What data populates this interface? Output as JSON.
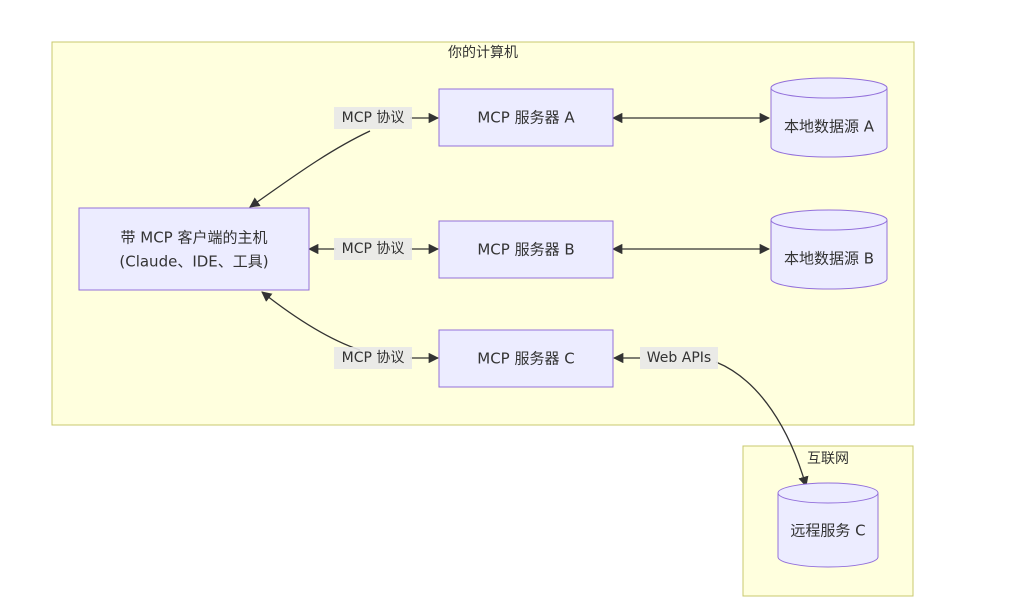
{
  "clusters": {
    "computer": {
      "label": "你的计算机"
    },
    "internet": {
      "label": "互联网"
    }
  },
  "nodes": {
    "host": {
      "line1": "带 MCP 客户端的主机",
      "line2": "(Claude、IDE、工具)"
    },
    "server_a": {
      "label": "MCP 服务器 A"
    },
    "server_b": {
      "label": "MCP 服务器 B"
    },
    "server_c": {
      "label": "MCP 服务器 C"
    },
    "data_a": {
      "label": "本地数据源 A"
    },
    "data_b": {
      "label": "本地数据源 B"
    },
    "remote_c": {
      "label": "远程服务 C"
    }
  },
  "edges": {
    "host_server_a": {
      "label": "MCP 协议"
    },
    "host_server_b": {
      "label": "MCP 协议"
    },
    "host_server_c": {
      "label": "MCP 协议"
    },
    "server_c_remote": {
      "label": "Web APIs"
    }
  },
  "colors": {
    "cluster_fill": "#ffffde",
    "cluster_stroke": "#c8c86e",
    "node_fill": "#ececff",
    "node_stroke": "#9370db",
    "edge": "#333333",
    "edge_label_bg": "#e8e8e8"
  }
}
